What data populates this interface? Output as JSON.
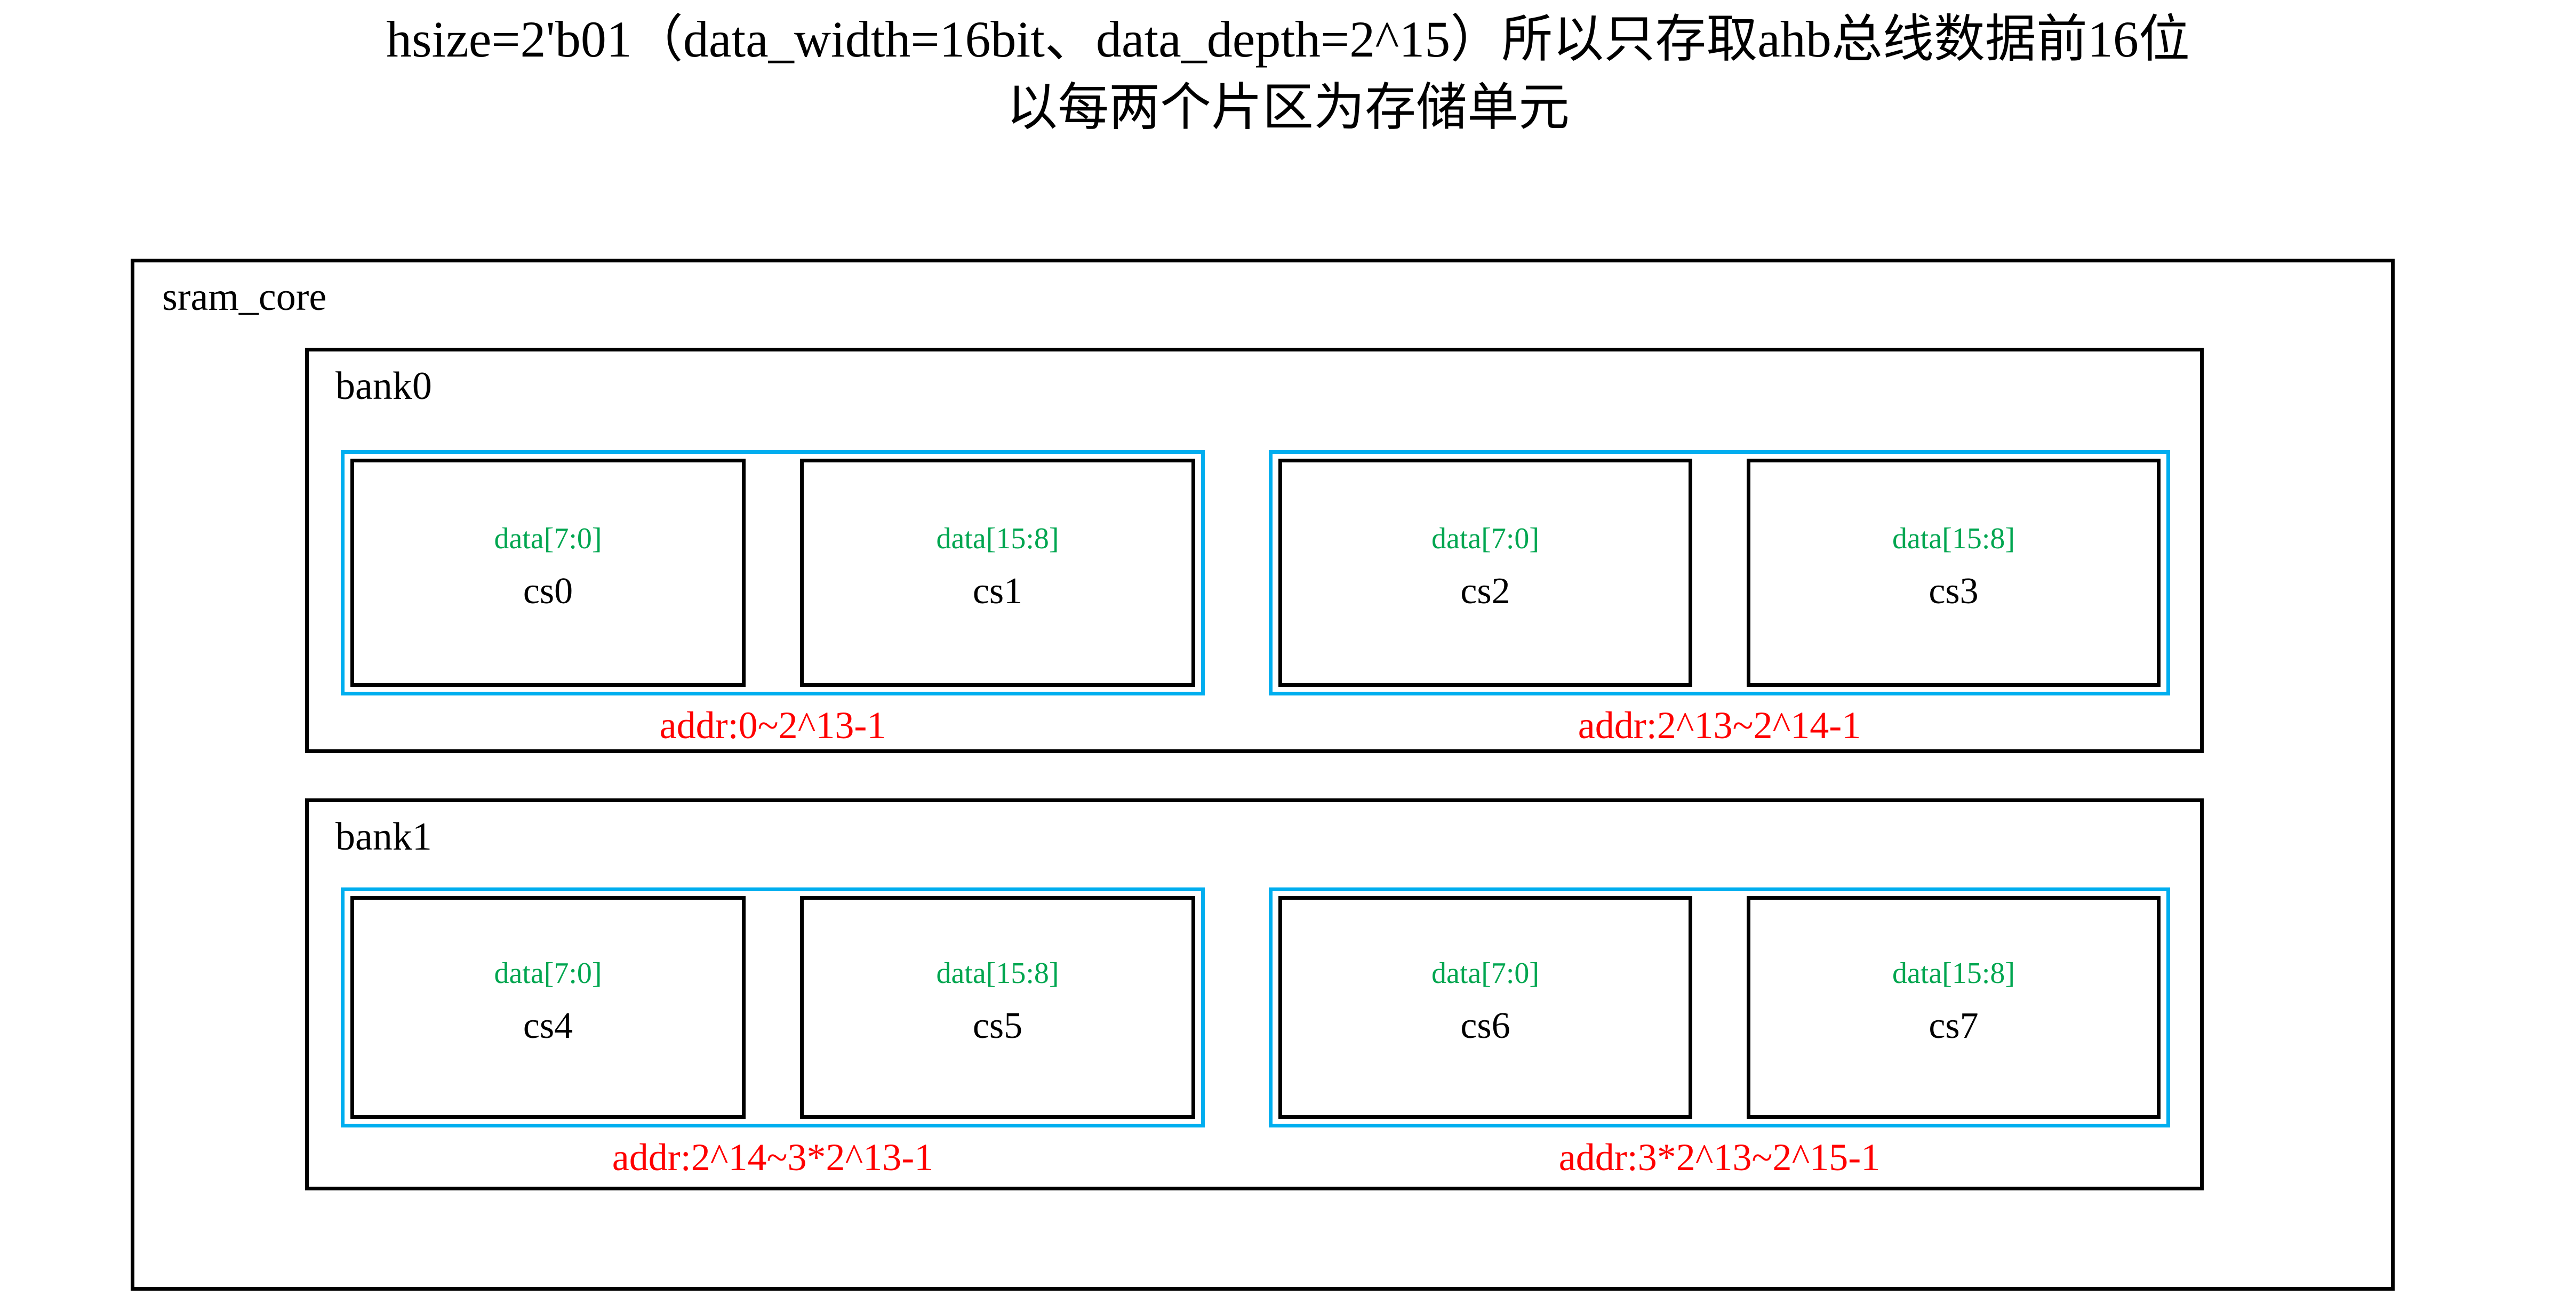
{
  "title": {
    "line1": "hsize=2'b01（data_width=16bit、data_depth=2^15）所以只存取ahb总线数据前16位",
    "line2": "以每两个片区为存储单元"
  },
  "diagram": {
    "outer_label": "sram_core",
    "colors": {
      "group_border": "#00AEEF",
      "data_text": "#00A650",
      "addr_text": "#FF0000",
      "box_border": "#000000"
    },
    "banks": [
      {
        "label": "bank0",
        "groups": [
          {
            "addr": "addr:0~2^13-1",
            "chips": [
              {
                "data": "data[7:0]",
                "name": "cs0"
              },
              {
                "data": "data[15:8]",
                "name": "cs1"
              }
            ]
          },
          {
            "addr": "addr:2^13~2^14-1",
            "chips": [
              {
                "data": "data[7:0]",
                "name": "cs2"
              },
              {
                "data": "data[15:8]",
                "name": "cs3"
              }
            ]
          }
        ]
      },
      {
        "label": "bank1",
        "groups": [
          {
            "addr": "addr:2^14~3*2^13-1",
            "chips": [
              {
                "data": "data[7:0]",
                "name": "cs4"
              },
              {
                "data": "data[15:8]",
                "name": "cs5"
              }
            ]
          },
          {
            "addr": "addr:3*2^13~2^15-1",
            "chips": [
              {
                "data": "data[7:0]",
                "name": "cs6"
              },
              {
                "data": "data[15:8]",
                "name": "cs7"
              }
            ]
          }
        ]
      }
    ]
  }
}
